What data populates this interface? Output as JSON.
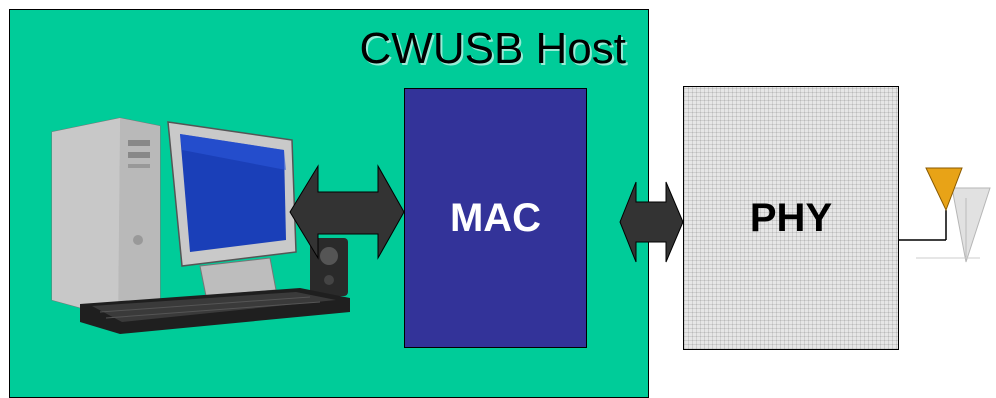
{
  "host": {
    "title": "CWUSB Host"
  },
  "mac": {
    "label": "MAC"
  },
  "phy": {
    "label": "PHY"
  },
  "colors": {
    "host_bg": "#00CC99",
    "mac_bg": "#333399",
    "phy_bg": "#E6E6E6",
    "arrow": "#333333",
    "antenna": "#E8A317"
  },
  "icons": {
    "computer": "desktop-computer-icon",
    "antenna": "antenna-icon"
  }
}
